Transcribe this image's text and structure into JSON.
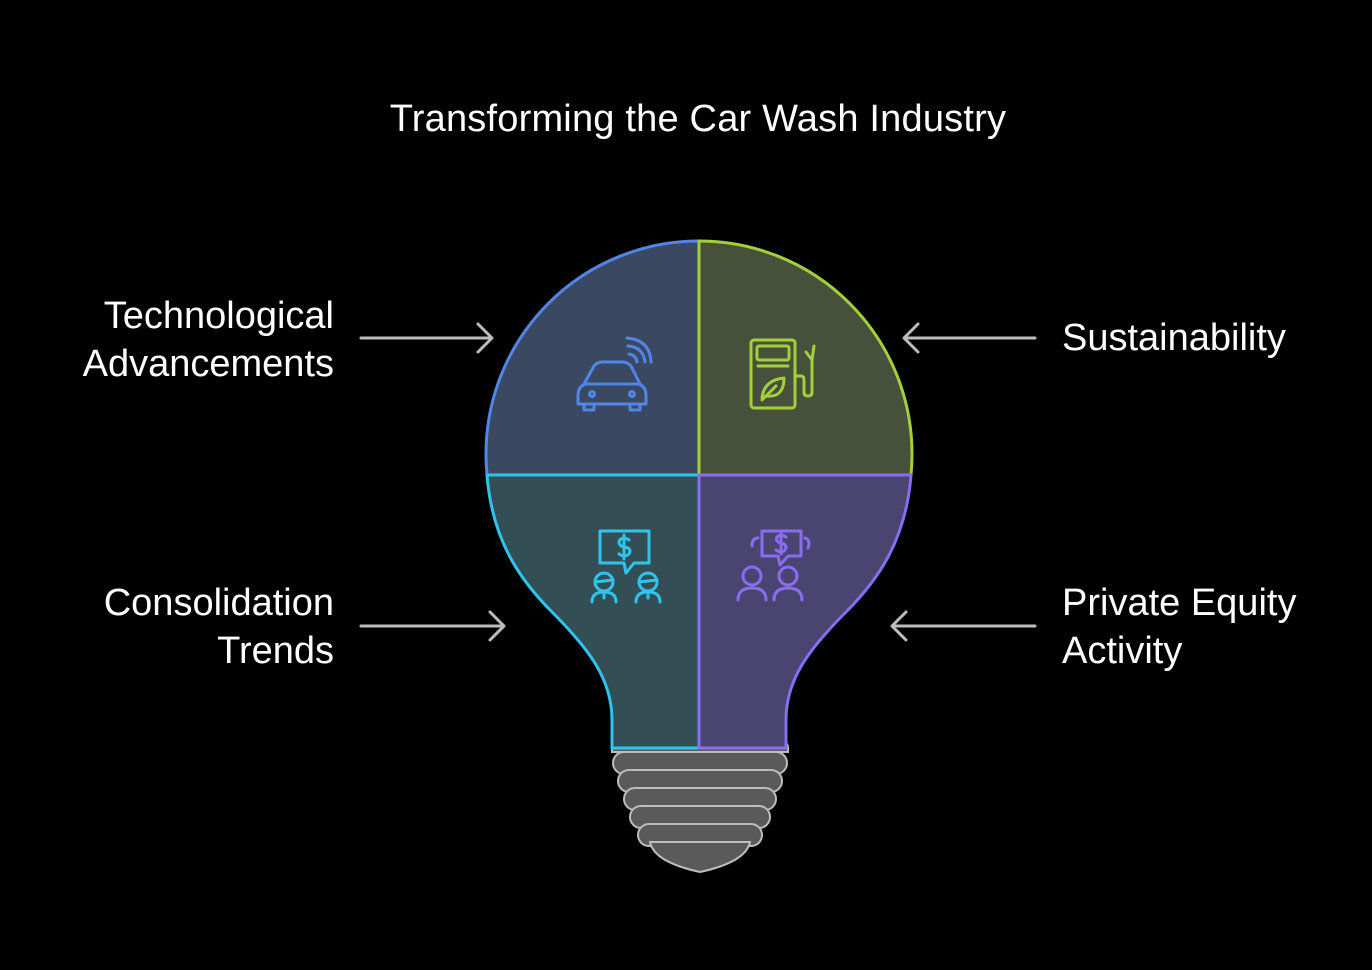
{
  "title": "Transforming the Car Wash Industry",
  "quadrants": [
    {
      "id": "tech",
      "line1": "Technological",
      "line2": "Advancements",
      "icon": "connected-car-icon",
      "color": "#4f86e8"
    },
    {
      "id": "sust",
      "line1": "Sustainability",
      "line2": "",
      "icon": "eco-fuel-pump-icon",
      "color": "#a4cf3c"
    },
    {
      "id": "cons",
      "line1": "Consolidation",
      "line2": "Trends",
      "icon": "people-money-chat-icon",
      "color": "#2ec4ec"
    },
    {
      "id": "pe",
      "line1": "Private Equity",
      "line2": "Activity",
      "icon": "investors-money-icon",
      "color": "#8a6cf0"
    }
  ],
  "colors": {
    "background": "#000000",
    "text": "#ffffff",
    "arrow": "#bdbdbd",
    "bulb_base": "#5a5a5a"
  }
}
